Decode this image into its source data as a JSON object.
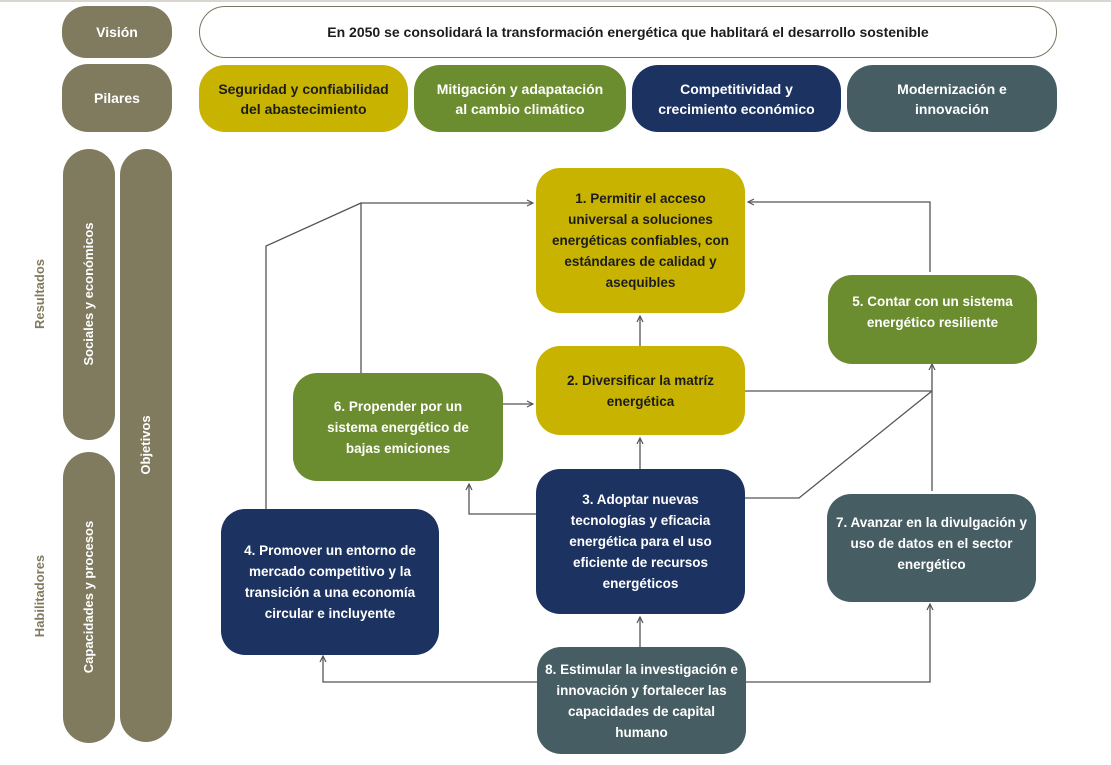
{
  "diagram": {
    "row_labels": {
      "vision": "Visión",
      "pillars": "Pilares"
    },
    "vision_statement": "En 2050 se consolidará la transformación energética que hablitará el desarrollo sostenible",
    "pillars": [
      {
        "label": "Seguridad y confiabilidad del abastecimiento",
        "color": "#c8b400"
      },
      {
        "label": "Mitigación y adapatación al cambio climático",
        "color": "#6b8c2f"
      },
      {
        "label": "Competitividad y crecimiento económico",
        "color": "#1c3260"
      },
      {
        "label": "Modernización e innovación",
        "color": "#465e63"
      }
    ],
    "side_labels": {
      "results": "Resultados",
      "enablers": "Habilitadores",
      "social_economic": "Sociales y económicos",
      "capabilities_processes": "Capacidades y procesos",
      "objectives": "Objetivos"
    },
    "objectives": [
      {
        "id": 1,
        "text": "1. Permitir el acceso universal a soluciones energéticas confiables, con estándares de calidad y asequibles",
        "color": "#c8b400"
      },
      {
        "id": 2,
        "text": "2. Diversificar la matríz energética",
        "color": "#c8b400"
      },
      {
        "id": 3,
        "text": "3. Adoptar nuevas tecnologías y eficacia energética para el uso eficiente de recursos energéticos",
        "color": "#1c3260"
      },
      {
        "id": 4,
        "text": "4. Promover un entorno de mercado competitivo y la transición a una economía circular e incluyente",
        "color": "#1c3260"
      },
      {
        "id": 5,
        "text": "5. Contar con un sistema energético resiliente",
        "color": "#6b8c2f"
      },
      {
        "id": 6,
        "text": "6. Propender por un sistema energético de bajas emiciones",
        "color": "#6b8c2f"
      },
      {
        "id": 7,
        "text": "7. Avanzar en la divulgación y uso de datos en el sector energético",
        "color": "#465e63"
      },
      {
        "id": 8,
        "text": "8. Estimular la investigación e innovación y  fortalecer las capacidades de capital humano",
        "color": "#465e63"
      }
    ],
    "connections": [
      {
        "from": 2,
        "to": 1
      },
      {
        "from": 3,
        "to": 2
      },
      {
        "from": 8,
        "to": 3
      },
      {
        "from": 8,
        "to": 4
      },
      {
        "from": 8,
        "to": 7
      },
      {
        "from": 6,
        "to": 2
      },
      {
        "from": 6,
        "to": 1
      },
      {
        "from": 4,
        "to": 1
      },
      {
        "from": 3,
        "to": 6
      },
      {
        "from": 2,
        "to": 5
      },
      {
        "from": 3,
        "to": 5
      },
      {
        "from": 7,
        "to": 5
      },
      {
        "from": 5,
        "to": 1
      }
    ],
    "line_color": "#555555"
  }
}
